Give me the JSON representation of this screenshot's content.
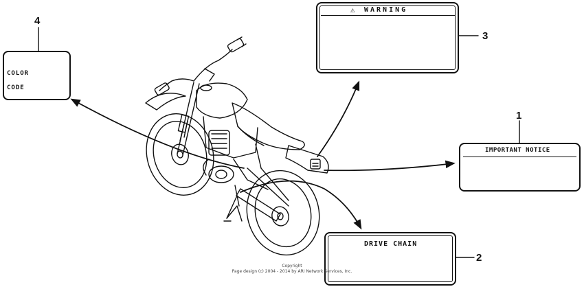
{
  "callouts": {
    "item1": {
      "number": "1",
      "title": "IMPORTANT NOTICE"
    },
    "item2": {
      "number": "2",
      "title": "DRIVE CHAIN"
    },
    "item3": {
      "number": "3",
      "title": "WARNING",
      "symbol": "⚠"
    },
    "item4": {
      "number": "4",
      "line1": "COLOR",
      "line2": "CODE"
    }
  },
  "copyright": {
    "line1": "Copyright",
    "line2": "Page design (c) 2004 - 2014 by ARI Network Services, Inc."
  },
  "icons": {
    "warning": "warning-triangle-icon",
    "chain": "chain-icon"
  }
}
